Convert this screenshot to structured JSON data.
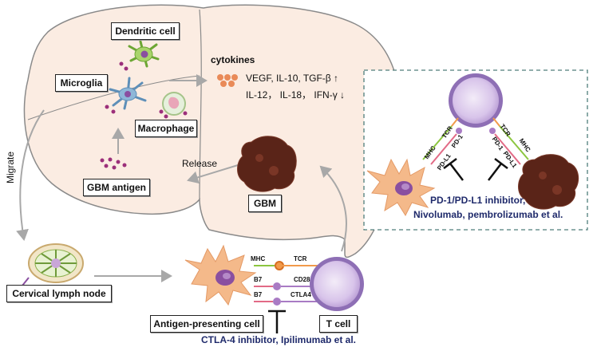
{
  "labels": {
    "dendritic_cell": "Dendritic cell",
    "microglia": "Microglia",
    "macrophage": "Macrophage",
    "cytokines_title": "cytokines",
    "cytokines_line1": "VEGF, IL-10, TGF-β ↑",
    "cytokines_line2": "IL-12，  IL-18，  IFN-γ ↓",
    "release": "Release",
    "gbm_antigen": "GBM antigen",
    "gbm": "GBM",
    "migrate": "Migrate",
    "cervical_lymph_node": "Cervical lymph node",
    "antigen_presenting_cell": "Antigen-presenting cell",
    "t_cell": "T cell",
    "mhc": "MHC",
    "tcr": "TCR",
    "b7_top": "B7",
    "b7_bottom": "B7",
    "cd28": "CD28",
    "ctla4": "CTLA4",
    "ctla4_inhibitor": "CTLA-4 inhibitor, Ipilimumab et al.",
    "panel_tcr_left": "TCR",
    "panel_pd1_left": "PD-1",
    "panel_mhc_left": "MHC",
    "panel_pdl1_left": "PD-L1",
    "panel_tcr_right": "TCR",
    "panel_pd1_right": "PD-1",
    "panel_mhc_right": "MHC",
    "panel_pdl1_right": "PD-L1",
    "pd1_inhibitor_line1": "PD-1/PD-L1 inhibitor,",
    "pd1_inhibitor_line2": "Nivolumab, pembrolizumab et al."
  },
  "colors": {
    "brain_fill": "#fbece2",
    "brain_stroke": "#8a8a8a",
    "arrow": "#a8a8a8",
    "navy_text": "#1f2a6b",
    "tcell_fill": "#c9b3de",
    "tcell_ring": "#8e6fb5",
    "apc_fill": "#f4b98a",
    "apc_nucleus": "#8a4fa0",
    "gbm_fill": "#5a2418",
    "dot": "#9c2f7a",
    "mhc_green": "#8cc63f",
    "tcr_orange": "#f29a4a",
    "cd28_purple": "#a97bc4",
    "b7_pink": "#e26a86",
    "panel_border": "#4f7e7b"
  }
}
